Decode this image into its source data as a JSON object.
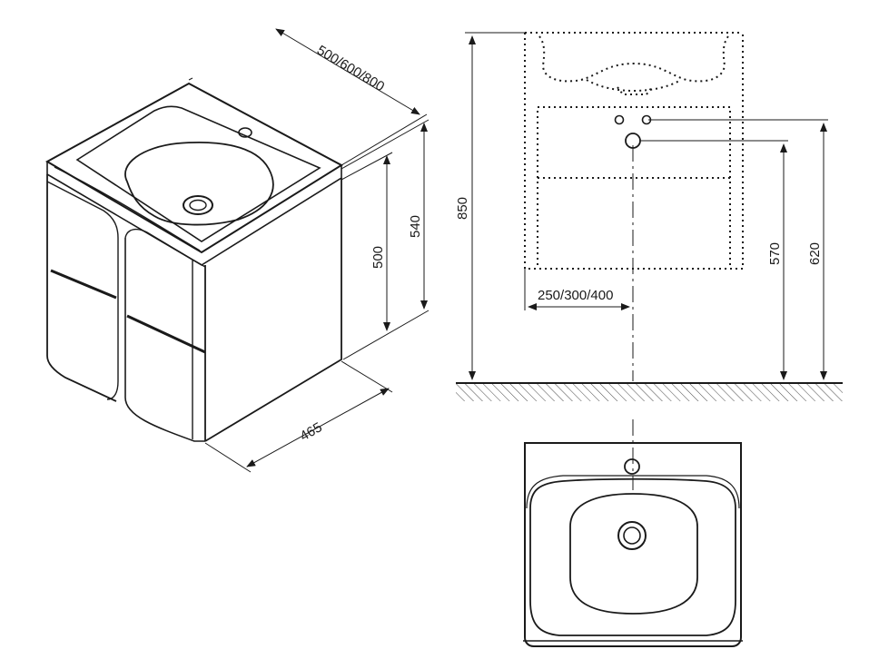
{
  "dimensions": {
    "width_label": "500/600/800",
    "cabinet_height": "500",
    "total_height_iso": "540",
    "depth": "465",
    "floor_height": "850",
    "drain_height": "570",
    "supply_height": "620",
    "drain_offset": "250/300/400"
  },
  "colors": {
    "line": "#1a1a1a",
    "background": "#ffffff"
  }
}
